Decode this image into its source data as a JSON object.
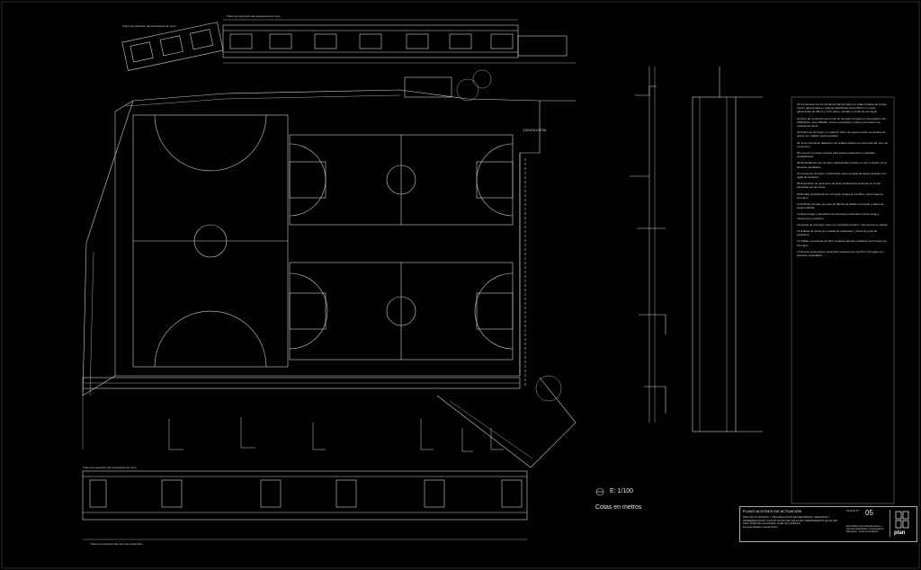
{
  "drawing": {
    "section_label_top": "Tramo de ejecución del cerramiento de muro",
    "section_label_top_left": "Tramo de ejecución del cerramiento de muro",
    "section_label_bottom": "Tramo de ejecución del cerramiento de muro",
    "label_bottom_strip": "Tramo de ejecución del muro de contención",
    "label_demolish": "DEMOLICIÓN",
    "scale": "E: 1/100",
    "units": "Cotas en metros"
  },
  "notes": [
    "01 Cerramiento de 2m de altura total formado por malla metálica de simple torsión galvanizada en caliente plastificada verde 50/14 con poste galvanizado de 48mm y 2,5m altura, anclado a zócalo de hormigón.",
    "02 Muro de contención de tierras de hormigón armado en cimentación HA-25/B/20/IIa, acero B500S, incluso excavación y relleno de trasdós con material drenante.",
    "03 Solera de hormigón en masa de 15cm de espesor sobre encachado de grava, con mallazo electrosoldado.",
    "04 Junta vertical de dilatación con sellado elástico en cara vista del muro de contención.",
    "05 Losa de hormigón armado para acceso peatonal con acabado antideslizante.",
    "06 Barandilla de tubo de acero galvanizado pintado en color a definir por la dirección facultativa.",
    "07 Cuneta de hormigón prefabricado para recogida de aguas pluviales con rejilla de fundición.",
    "08 Reposición de pavimento de pista polideportiva existente en zonas afectadas por las obras.",
    "09 Bordillo prefabricado de hormigón bicapa de 12x25cm sobre base de hormigón.",
    "10 Peldaño formado por obra de fábrica de ladrillo con huella y tabica de piedra artificial.",
    "11 Desmontaje y demolición de elementos existentes incluso carga y transporte a vertedero.",
    "12 Zócalo de hormigón visto con encofrado fenólico y berenjenos en aristas.",
    "13 Sellado de juntas con masilla de poliuretano y fondo de junta de polietileno.",
    "14 Vallado provisional de obra mediante paneles metálicos sobre bases de hormigón.",
    "15 Red de saneamiento enterrada mediante tubo de PVC corrugado con arquetas registrables."
  ],
  "titleblock": {
    "title": "PLANO ACOTADO DE ACTUACIÓN",
    "project": "PROYECTO BÁSICO Y DE EJECUCIÓN DE REFORMAS, MEJORAS Y MODERNIZACIÓN. SUSTITUCIÓN DE VALLA DE CERRAMIENTO EN EL IES SAN JOSÉ DE CALASANZ. HUELVA (HUELVA)",
    "author": "Enrique Rafael Cuesta Pérez",
    "plan_label": "PLANO Nº",
    "plan_number": "05",
    "agency": "Ente Público de Infraestructuras y Servicios Educativos. Consejería de Educación. Junta de Andalucía",
    "logo": "plan"
  },
  "colors": {
    "background": "#000000",
    "line": "#d8d8d8"
  }
}
